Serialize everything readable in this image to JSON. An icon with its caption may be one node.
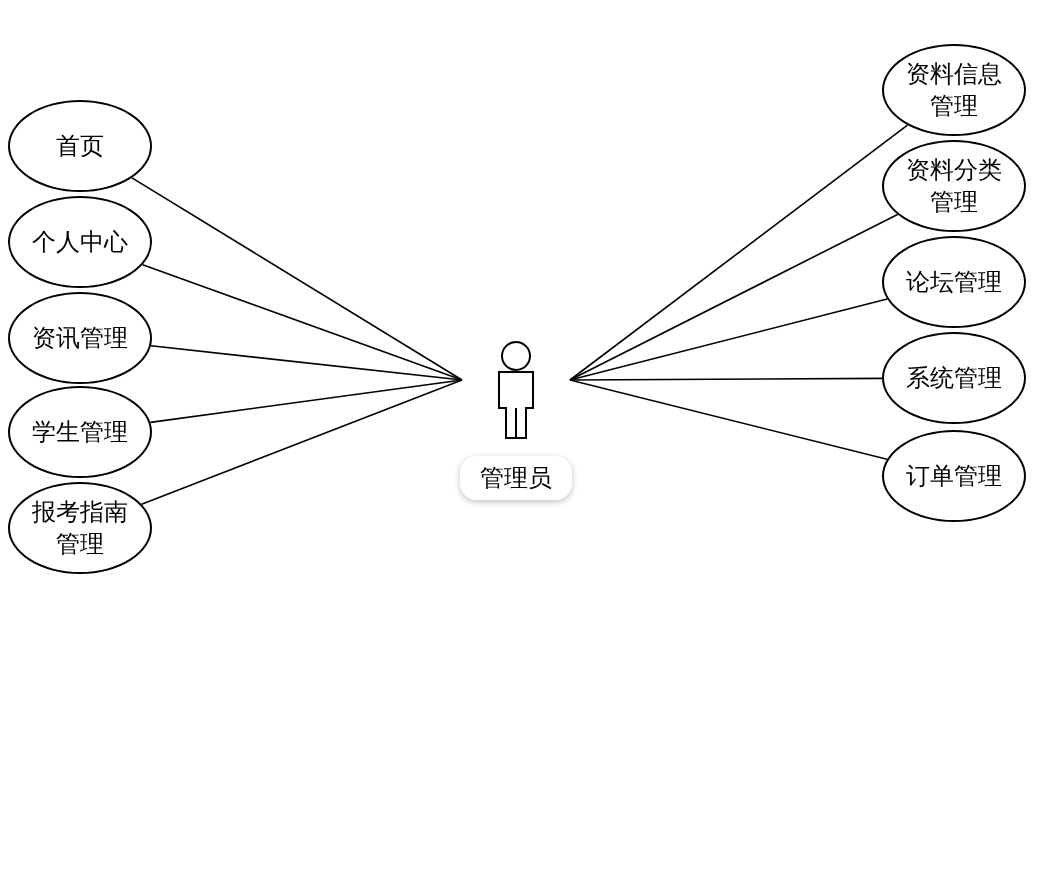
{
  "diagram": {
    "nodes": [
      {
        "text": [
          "首页"
        ]
      },
      {
        "text": [
          "个人中心"
        ]
      },
      {
        "text": [
          "资讯管理"
        ]
      },
      {
        "text": [
          "学生管理"
        ]
      },
      {
        "text": [
          "报考指南管理"
        ]
      },
      {
        "text": [
          "管理员"
        ]
      },
      {
        "text": [
          "资料信息管理"
        ]
      },
      {
        "text": [
          "资料分类管理"
        ]
      },
      {
        "text": [
          "论坛管理"
        ]
      },
      {
        "text": [
          "系统管理"
        ]
      },
      {
        "text": [
          "订单管理"
        ]
      }
    ],
    "edges": [
      {
        "from": 5,
        "to": 0,
        "arrow": "none"
      },
      {
        "from": 5,
        "to": 1,
        "arrow": "none"
      },
      {
        "from": 5,
        "to": 2,
        "arrow": "none"
      },
      {
        "from": 5,
        "to": 3,
        "arrow": "none"
      },
      {
        "from": 5,
        "to": 4,
        "arrow": "none"
      },
      {
        "from": 5,
        "to": 6,
        "arrow": "none"
      },
      {
        "from": 5,
        "to": 7,
        "arrow": "none"
      },
      {
        "from": 5,
        "to": 8,
        "arrow": "none"
      },
      {
        "from": 5,
        "to": 9,
        "arrow": "none"
      },
      {
        "from": 5,
        "to": 10,
        "arrow": "none"
      }
    ]
  }
}
